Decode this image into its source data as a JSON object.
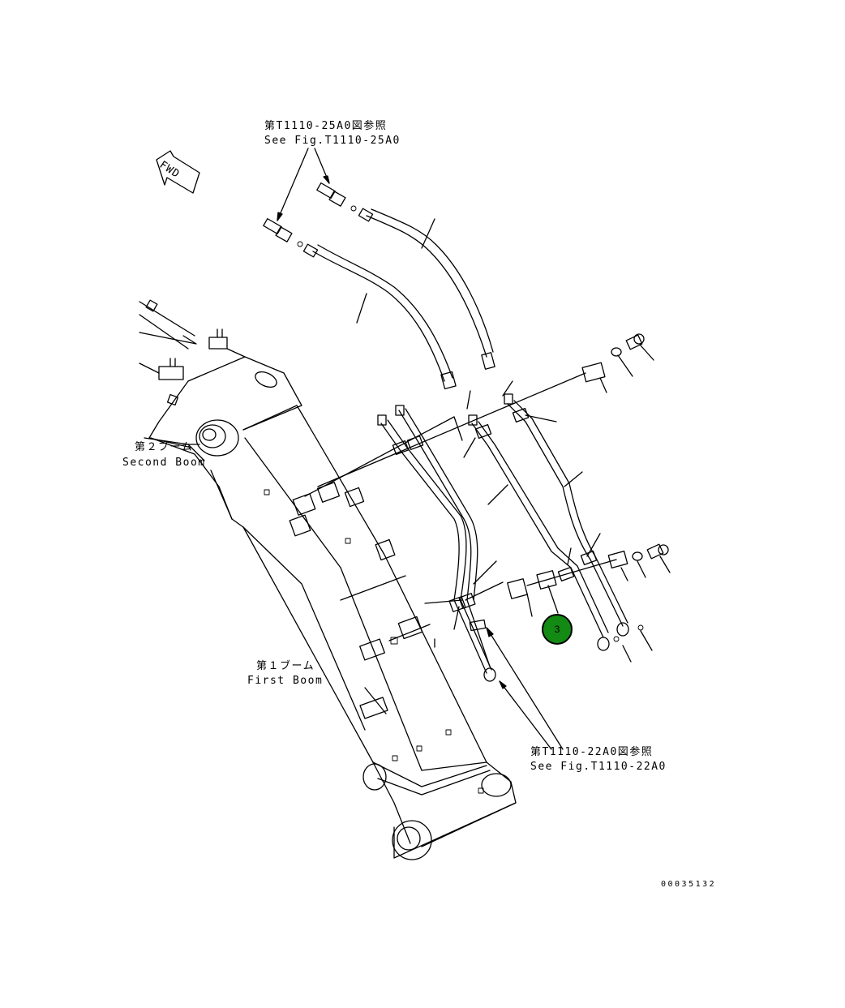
{
  "labels": {
    "ref_top_ja": "第T1110-25A0図参照",
    "ref_top_en": "See Fig.T1110-25A0",
    "second_boom_ja": "第２ブーム",
    "second_boom_en": "Second Boom",
    "first_boom_ja": "第１ブーム",
    "first_boom_en": "First Boom",
    "ref_bottom_ja": "第T1110-22A0図参照",
    "ref_bottom_en": "See Fig.T1110-22A0",
    "fwd": "FWD",
    "doc_number": "00035132"
  },
  "callouts": [
    {
      "number": "3",
      "color": "#138a13"
    }
  ],
  "colors": {
    "line": "#000000",
    "background": "#ffffff",
    "callout_fill": "#138a13"
  }
}
